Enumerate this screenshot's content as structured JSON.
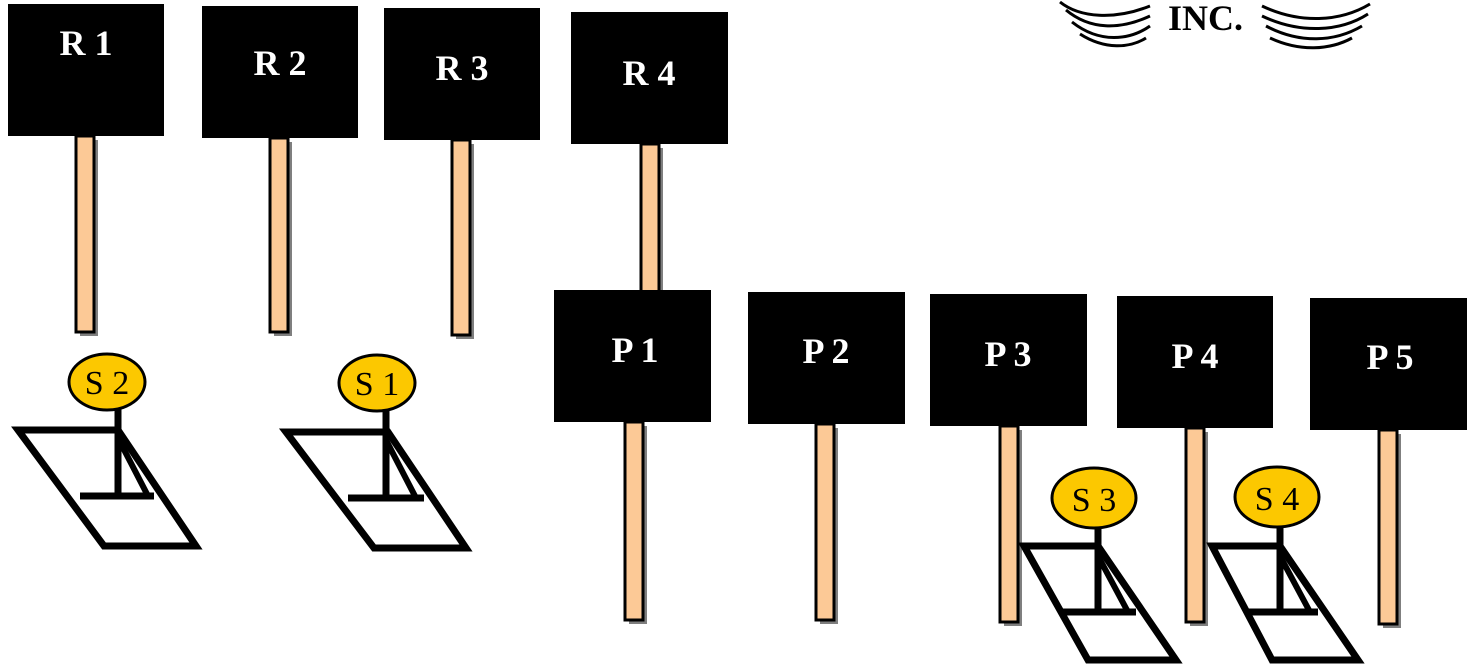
{
  "logo": {
    "text": "INC.",
    "icon": "swirl-ornament-icon"
  },
  "signs": [
    {
      "id": "r1",
      "label": "R 1"
    },
    {
      "id": "r2",
      "label": "R 2"
    },
    {
      "id": "r3",
      "label": "R 3"
    },
    {
      "id": "r4",
      "label": "R 4"
    },
    {
      "id": "p1",
      "label": "P 1"
    },
    {
      "id": "p2",
      "label": "P 2"
    },
    {
      "id": "p3",
      "label": "P 3"
    },
    {
      "id": "p4",
      "label": "P 4"
    },
    {
      "id": "p5",
      "label": "P 5"
    }
  ],
  "seats": [
    {
      "id": "s2",
      "label": "S 2"
    },
    {
      "id": "s1",
      "label": "S 1"
    },
    {
      "id": "s3",
      "label": "S 3"
    },
    {
      "id": "s4",
      "label": "S 4"
    }
  ],
  "colors": {
    "sign_fill": "#000000",
    "sign_text": "#ffffff",
    "post_fill": "#fcc996",
    "post_stroke": "#000000",
    "post_shadow": "#7f7f7f",
    "seat_fill": "#fcc800",
    "seat_stroke": "#000000",
    "frame_stroke": "#000000"
  }
}
